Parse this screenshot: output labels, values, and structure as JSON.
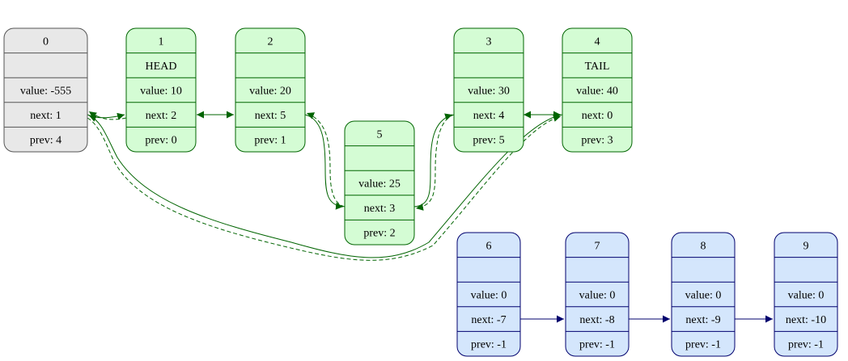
{
  "colors": {
    "gray_fill": "#e8e8e8",
    "gray_stroke": "#555555",
    "green_fill": "#d4fcd4",
    "green_stroke": "#006400",
    "blue_fill": "#d4e6fc",
    "blue_stroke": "#00006e",
    "text": "#000000"
  },
  "nodes": [
    {
      "id": "0",
      "theme": "gray",
      "label": "",
      "value": "value: -555",
      "next": "next: 1",
      "prev": "prev: 4"
    },
    {
      "id": "1",
      "theme": "green",
      "label": "HEAD",
      "value": "value: 10",
      "next": "next: 2",
      "prev": "prev: 0"
    },
    {
      "id": "2",
      "theme": "green",
      "label": "",
      "value": "value: 20",
      "next": "next: 5",
      "prev": "prev: 1"
    },
    {
      "id": "5",
      "theme": "green",
      "label": "",
      "value": "value: 25",
      "next": "next: 3",
      "prev": "prev: 2"
    },
    {
      "id": "3",
      "theme": "green",
      "label": "",
      "value": "value: 30",
      "next": "next: 4",
      "prev": "prev: 5"
    },
    {
      "id": "4",
      "theme": "green",
      "label": "TAIL",
      "value": "value: 40",
      "next": "next: 0",
      "prev": "prev: 3"
    },
    {
      "id": "6",
      "theme": "blue",
      "label": "",
      "value": "value: 0",
      "next": "next: -7",
      "prev": "prev: -1"
    },
    {
      "id": "7",
      "theme": "blue",
      "label": "",
      "value": "value: 0",
      "next": "next: -8",
      "prev": "prev: -1"
    },
    {
      "id": "8",
      "theme": "blue",
      "label": "",
      "value": "value: 0",
      "next": "next: -9",
      "prev": "prev: -1"
    },
    {
      "id": "9",
      "theme": "blue",
      "label": "",
      "value": "value: 0",
      "next": "next: -10",
      "prev": "prev: -1"
    }
  ],
  "edges": [
    {
      "from": "0",
      "to": "1",
      "kind": "next",
      "theme": "green"
    },
    {
      "from": "1",
      "to": "0",
      "kind": "prev",
      "theme": "green"
    },
    {
      "from": "1",
      "to": "2",
      "kind": "next",
      "theme": "green"
    },
    {
      "from": "2",
      "to": "1",
      "kind": "prev",
      "theme": "green"
    },
    {
      "from": "2",
      "to": "5",
      "kind": "next",
      "theme": "green"
    },
    {
      "from": "5",
      "to": "2",
      "kind": "prev",
      "theme": "green"
    },
    {
      "from": "5",
      "to": "3",
      "kind": "next",
      "theme": "green"
    },
    {
      "from": "3",
      "to": "5",
      "kind": "prev",
      "theme": "green"
    },
    {
      "from": "3",
      "to": "4",
      "kind": "next",
      "theme": "green"
    },
    {
      "from": "4",
      "to": "3",
      "kind": "prev",
      "theme": "green"
    },
    {
      "from": "4",
      "to": "0",
      "kind": "next",
      "theme": "green"
    },
    {
      "from": "0",
      "to": "4",
      "kind": "prev",
      "theme": "green"
    },
    {
      "from": "6",
      "to": "7",
      "kind": "next",
      "theme": "blue"
    },
    {
      "from": "7",
      "to": "8",
      "kind": "next",
      "theme": "blue"
    },
    {
      "from": "8",
      "to": "9",
      "kind": "next",
      "theme": "blue"
    }
  ]
}
